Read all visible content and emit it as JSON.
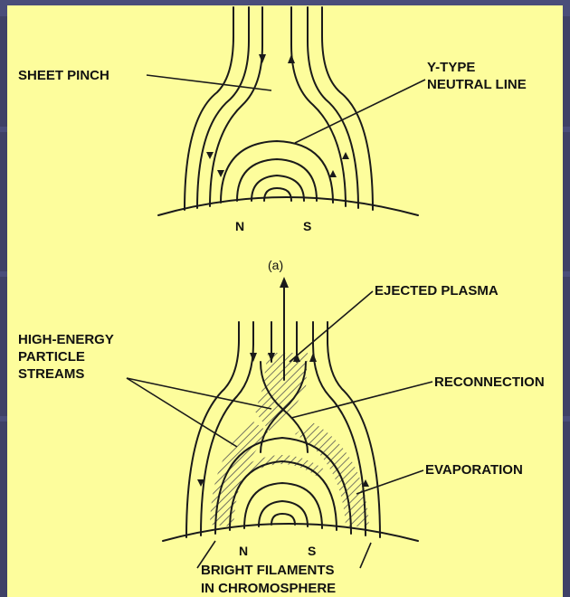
{
  "panel_a": {
    "sheet_pinch": "SHEET PINCH",
    "y_type_line1": "Y-TYPE",
    "y_type_line2": "NEUTRAL LINE",
    "pole_n": "N",
    "pole_s": "S",
    "caption": "(a)"
  },
  "panel_b": {
    "ejected_plasma": "EJECTED PLASMA",
    "high_energy_line1": "HIGH-ENERGY",
    "high_energy_line2": "PARTICLE",
    "high_energy_line3": "STREAMS",
    "reconnection": "RECONNECTION",
    "evaporation": "EVAPORATION",
    "pole_n": "N",
    "pole_s": "S",
    "bright_line1": "BRIGHT FILAMENTS",
    "bright_line2": "IN CHROMOSPHERE"
  },
  "colors": {
    "panel_background": "#fdfd9c",
    "slide_background": "#3f4166",
    "ink": "#1a1a1a"
  }
}
